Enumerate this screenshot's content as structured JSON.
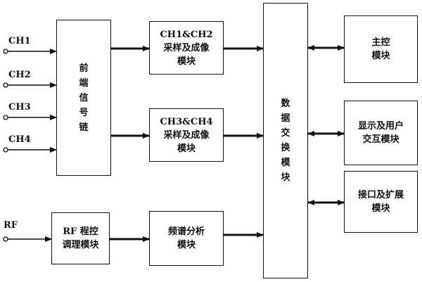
{
  "inputs": {
    "ch1": "CH1",
    "ch2": "CH2",
    "ch3": "CH3",
    "ch4": "CH4",
    "rf": "RF"
  },
  "boxes": {
    "front_end": "前端信号链",
    "ch12_sampling": [
      "CH1&CH2",
      "采样及成像",
      "模块"
    ],
    "ch34_sampling": [
      "CH3&CH4",
      "采样及成像",
      "模块"
    ],
    "rf_control": [
      "RF 程控",
      "调理模块"
    ],
    "spectrum": [
      "频谱分析",
      "模块"
    ],
    "data_exchange": "数据交换模块",
    "main_control": [
      "主控",
      "模块"
    ],
    "display_ui": [
      "显示及用户",
      "交互模块"
    ],
    "interface_ext": [
      "接口及扩展",
      "模块"
    ]
  }
}
